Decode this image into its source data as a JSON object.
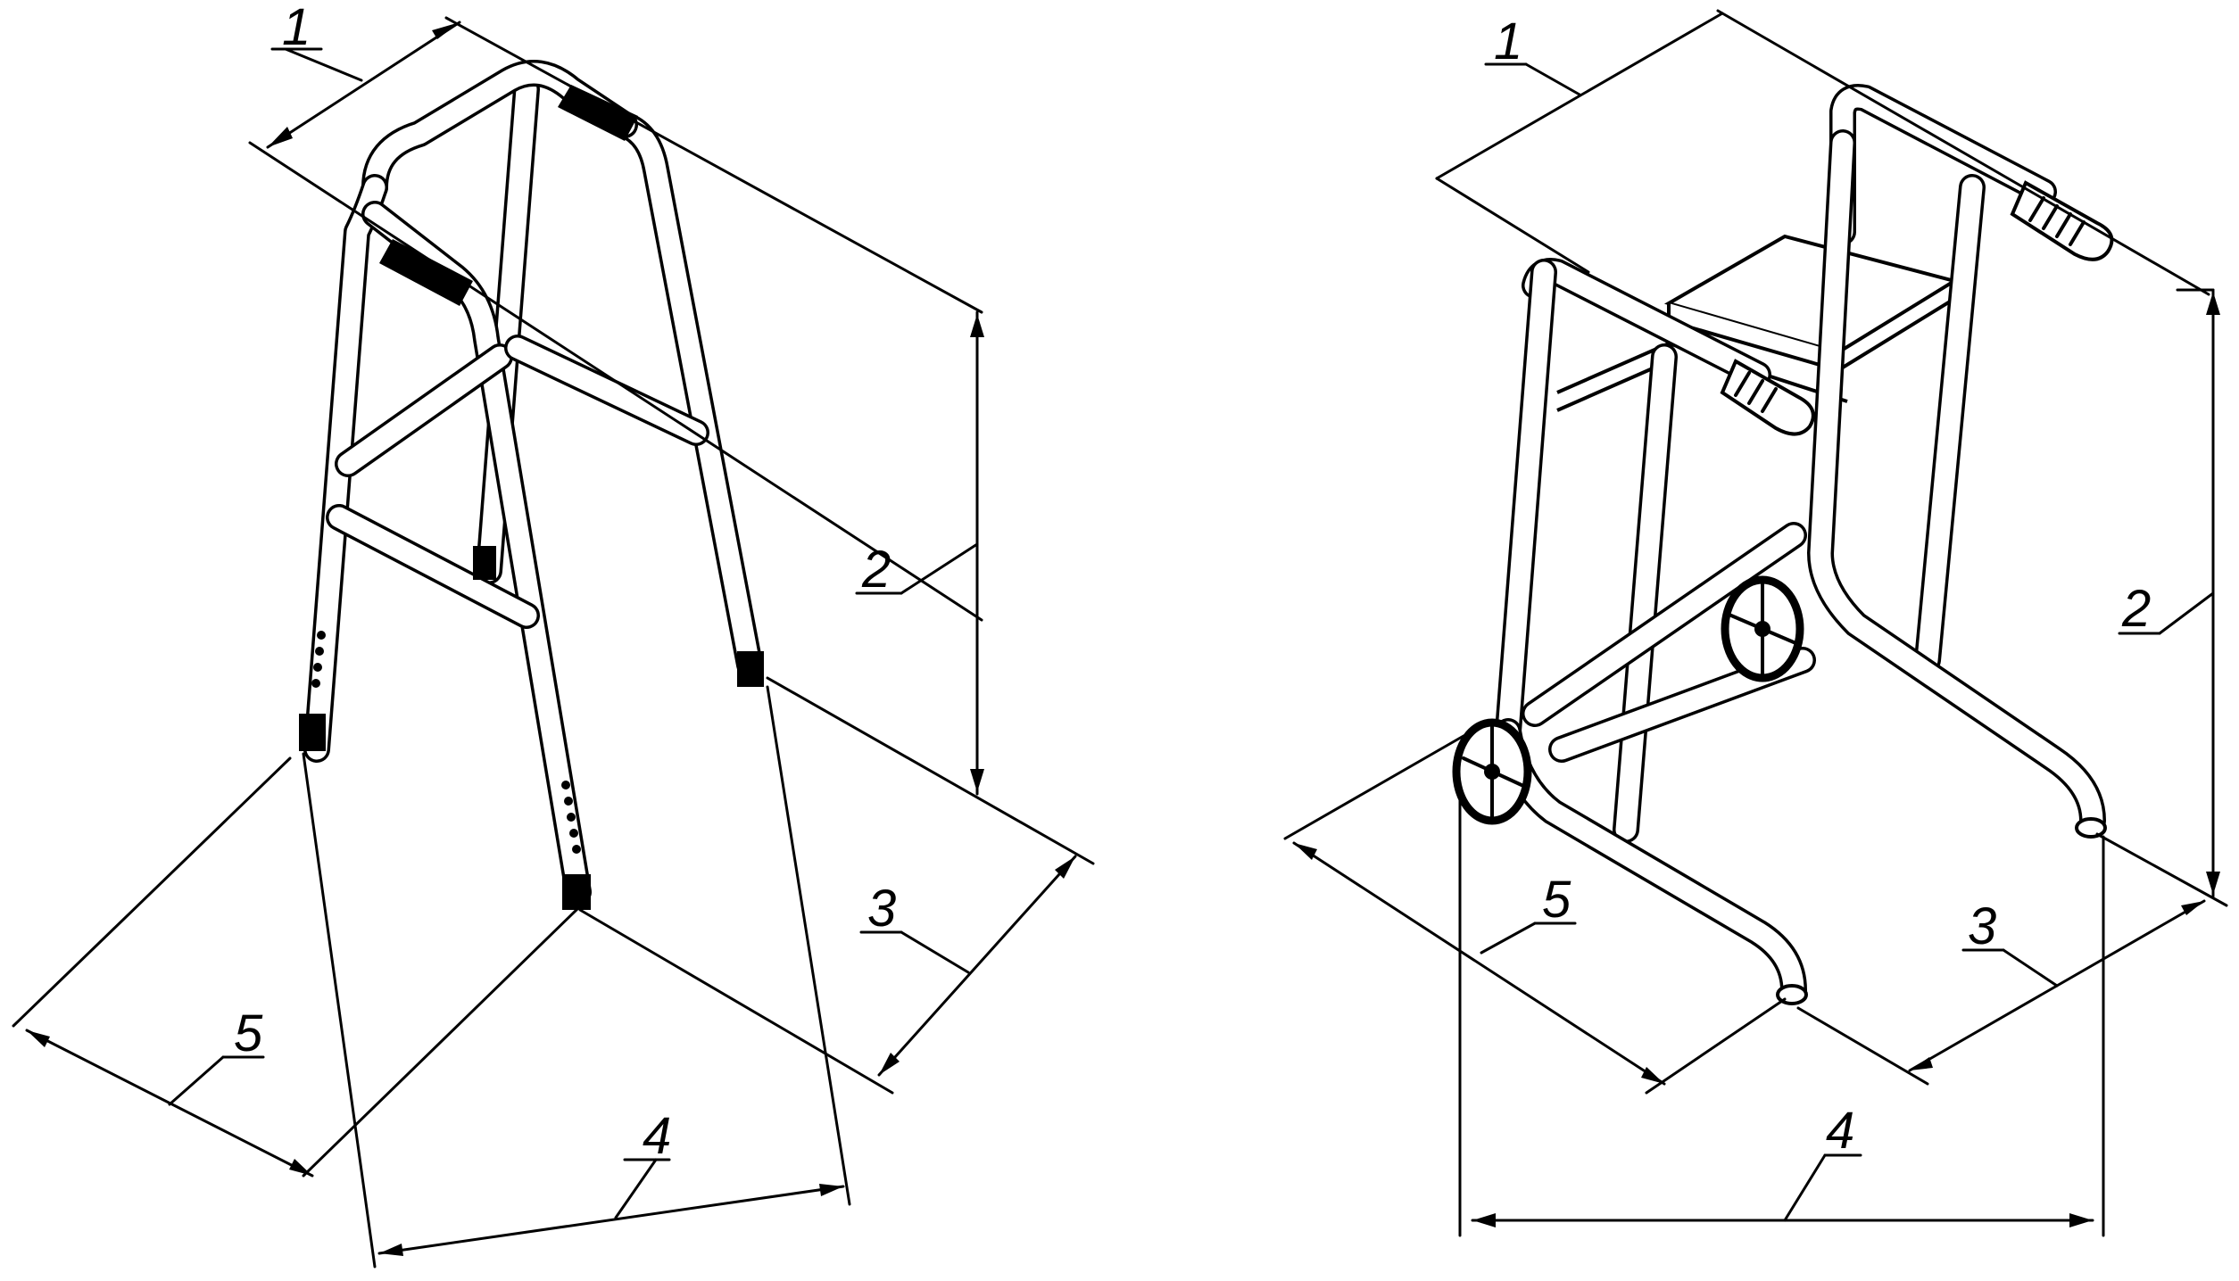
{
  "figures": [
    {
      "id": "walker-frame",
      "dimension_labels": [
        "1",
        "2",
        "3",
        "4",
        "5"
      ]
    },
    {
      "id": "wheeled-walker-with-seat",
      "dimension_labels": [
        "1",
        "2",
        "3",
        "4",
        "5"
      ]
    }
  ],
  "colors": {
    "line": "#000000",
    "background": "#ffffff"
  }
}
